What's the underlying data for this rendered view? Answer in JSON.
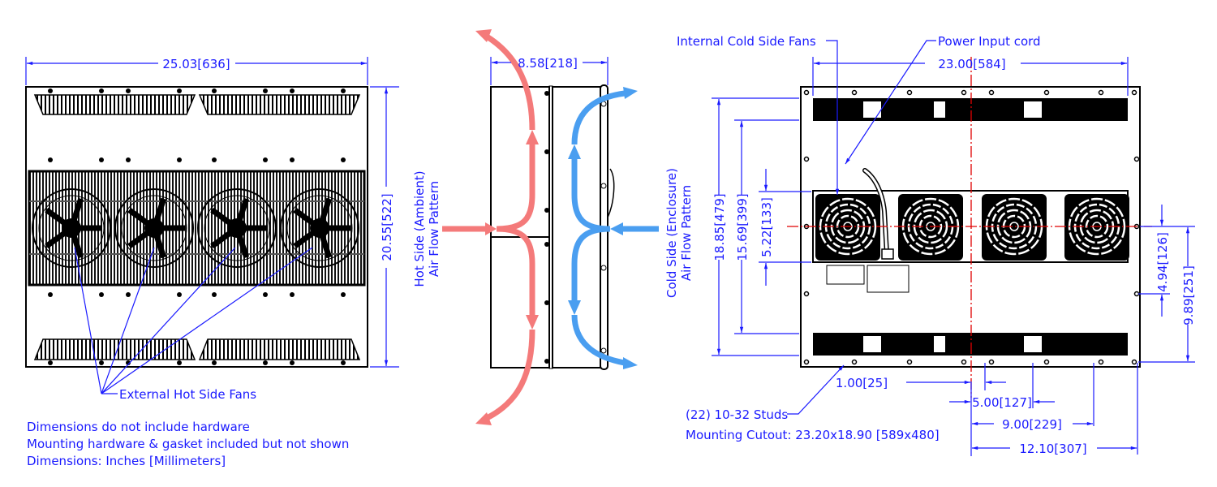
{
  "drawing": {
    "front_view": {
      "width_dim": "25.03[636]",
      "height_dim": "20.55[522]",
      "fan_callout": "External Hot Side Fans",
      "fan_count": 4
    },
    "side_view": {
      "depth_dim": "8.58[218]",
      "hot_label_line1": "Hot Side (Ambient)",
      "hot_label_line2": "Air Flow Pattern",
      "cold_label_line1": "Cold Side (Enclosure)",
      "cold_label_line2": "Air Flow Pattern",
      "hot_color": "#f47a7a",
      "cold_color": "#4a9ef0"
    },
    "rear_view": {
      "internal_fans_callout": "Internal Cold Side Fans",
      "power_cord_callout": "Power Input cord",
      "width_dim": "23.00[584]",
      "dim_18_85": "18.85[479]",
      "dim_15_69": "15.69[399]",
      "dim_5_22": "5.22[133]",
      "dim_4_94": "4.94[126]",
      "dim_9_89": "9.89[251]",
      "dim_1_00": "1.00[25]",
      "dim_5_00": "5.00[127]",
      "dim_9_00": "9.00[229]",
      "dim_12_10": "12.10[307]",
      "studs_callout": "(22) 10-32 Studs",
      "cutout_note": "Mounting Cutout: 23.20x18.90 [589x480]",
      "fan_count": 4
    },
    "notes": [
      "Dimensions do not include hardware",
      "Mounting hardware & gasket included but not shown",
      "Dimensions: Inches [Millimeters]"
    ],
    "line_color": "#1a1aff",
    "centerline_color": "#e00000"
  }
}
